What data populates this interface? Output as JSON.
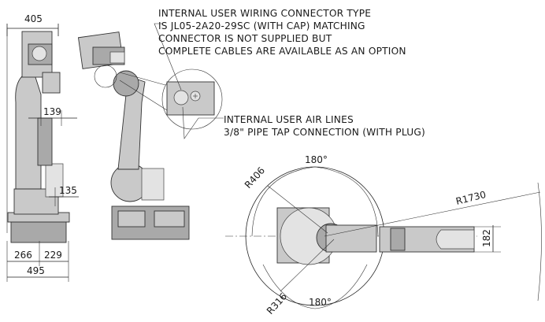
{
  "notes": {
    "wiring_line1": "INTERNAL USER WIRING CONNECTOR TYPE",
    "wiring_line2": "IS JL05-2A20-29SC (WITH CAP) MATCHING",
    "wiring_line3": "CONNECTOR IS NOT SUPPLIED BUT",
    "wiring_line4": "COMPLETE CABLES ARE AVAILABLE AS AN OPTION",
    "air_line1": "INTERNAL USER AIR LINES",
    "air_line2": "3/8\" PIPE TAP CONNECTION (WITH PLUG)"
  },
  "dimensions": {
    "top_width": "405",
    "offset_139": "139",
    "offset_135": "135",
    "base_266": "266",
    "base_229": "229",
    "base_total": "495",
    "angle_top": "180°",
    "angle_bottom": "180°",
    "radius_406": "R406",
    "radius_1730": "R1730",
    "radius_316": "R316",
    "height_182": "182"
  },
  "colors": {
    "robot_body": "#c9c9c9",
    "robot_dark": "#a9a9a9",
    "line": "#222222"
  }
}
